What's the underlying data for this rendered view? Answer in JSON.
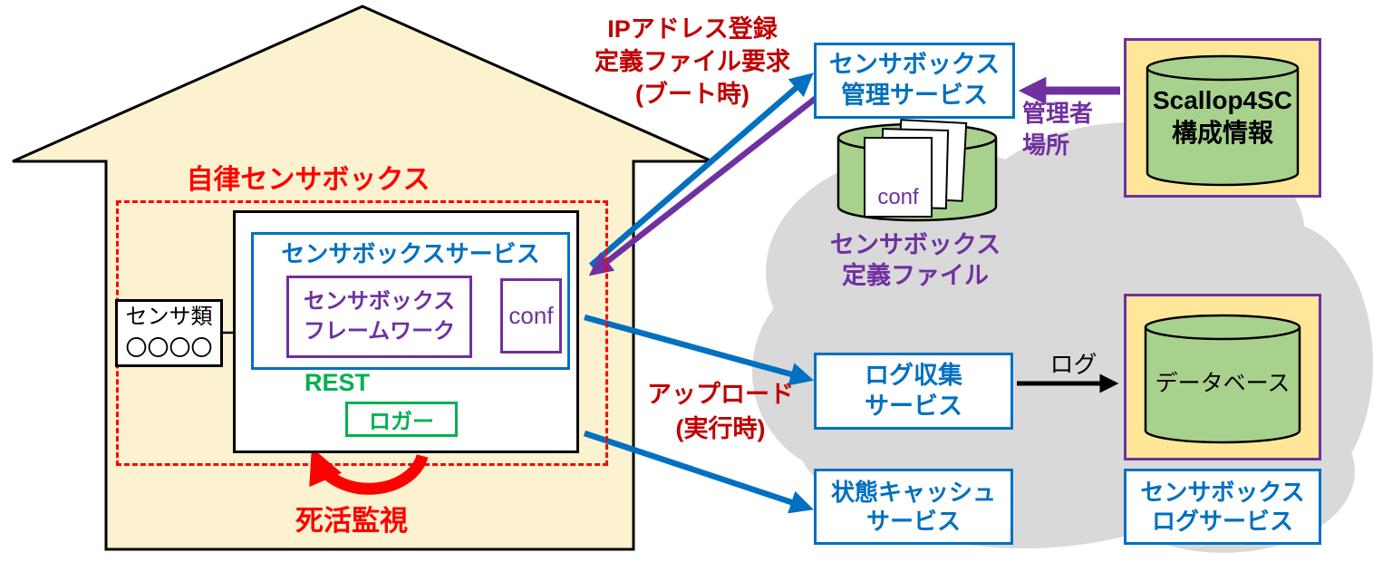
{
  "colors": {
    "house_fill": "#FCF2CF",
    "cloud_fill": "#D9D9D9",
    "cylinder_fill": "#A9D18E",
    "yellow_fill": "#FFE699",
    "blue": "#0070C0",
    "purple": "#7030A0",
    "red": "#FF0000",
    "dark_red": "#C00000",
    "green": "#00B050"
  },
  "house": {
    "title": "自律センサボックス",
    "service": {
      "title": "センサボックスサービス",
      "framework_line1": "センサボックス",
      "framework_line2": "フレームワーク",
      "conf_label": "conf",
      "rest_label": "REST",
      "logger_label": "ロガー"
    },
    "sensors_line1": "センサ類",
    "sensors_line2": "〇〇〇〇",
    "alive_label": "死活監視"
  },
  "annotations": {
    "boot_line1": "IPアドレス登録",
    "boot_line2": "定義ファイル要求",
    "boot_line3": "(ブート時)",
    "upload_line1": "アップロード",
    "upload_line2": "(実行時)",
    "admin_line1": "管理者",
    "admin_line2": "場所",
    "log_label": "ログ"
  },
  "cloud": {
    "management_service_line1": "センサボックス",
    "management_service_line2": "管理サービス",
    "conf_doc_label": "conf",
    "definition_caption_line1": "センサボックス",
    "definition_caption_line2": "定義ファイル",
    "log_collection_line1": "ログ収集",
    "log_collection_line2": "サービス",
    "state_cache_line1": "状態キャッシュ",
    "state_cache_line2": "サービス",
    "sensor_log_line1": "センサボックス",
    "sensor_log_line2": "ログサービス",
    "database_label": "データベース"
  },
  "scallop": {
    "line1": "Scallop4SC",
    "line2": "構成情報"
  }
}
